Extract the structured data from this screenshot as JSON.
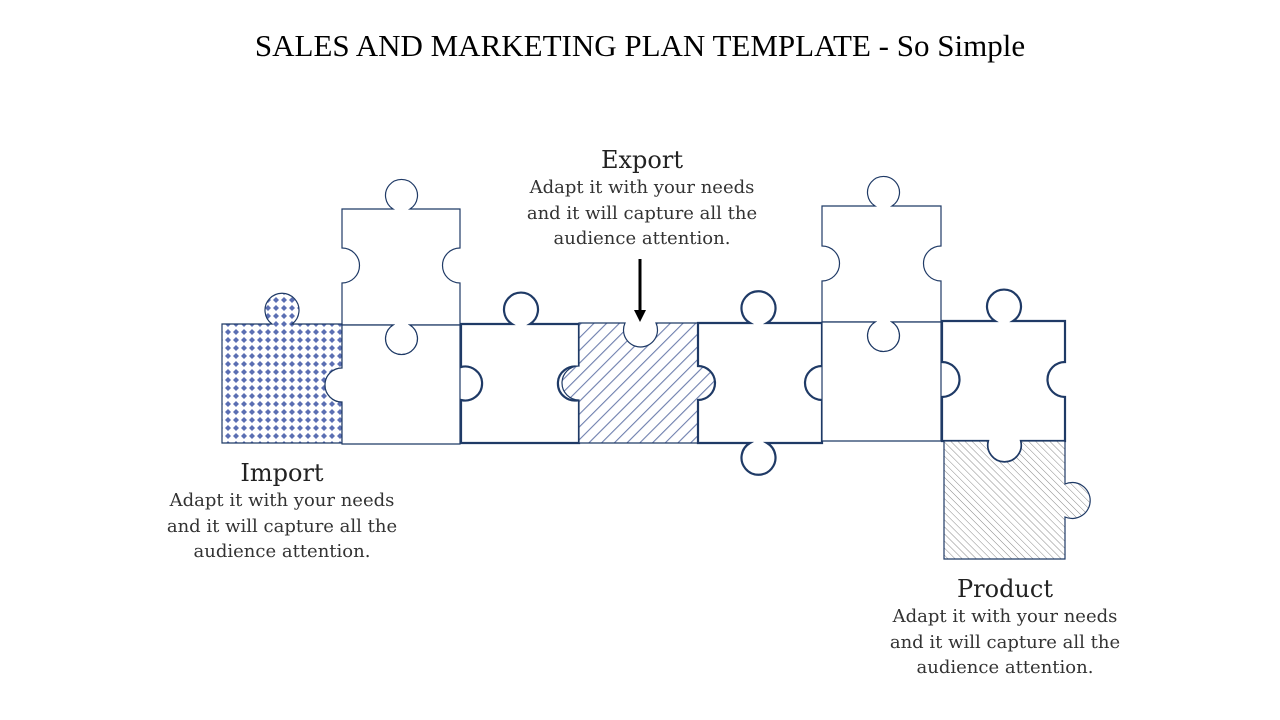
{
  "slide": {
    "title": "SALES AND MARKETING PLAN TEMPLATE - So Simple"
  },
  "callouts": [
    {
      "heading": "Export",
      "lines": [
        "Adapt it with your needs",
        "and it will capture all the",
        "audience attention."
      ]
    },
    {
      "heading": "Import",
      "lines": [
        "Adapt it with your needs",
        "and it will capture all the",
        "audience attention."
      ]
    },
    {
      "heading": "Product",
      "lines": [
        "Adapt it with your needs",
        "and it will capture all the",
        "audience attention."
      ]
    }
  ],
  "colors": {
    "outline": "#1f3a66",
    "pattern_dots": "#5b6fb3",
    "pattern_stripes": "#6e7fae",
    "pattern_fine": "#8a8a8a",
    "arrow": "#000000"
  }
}
